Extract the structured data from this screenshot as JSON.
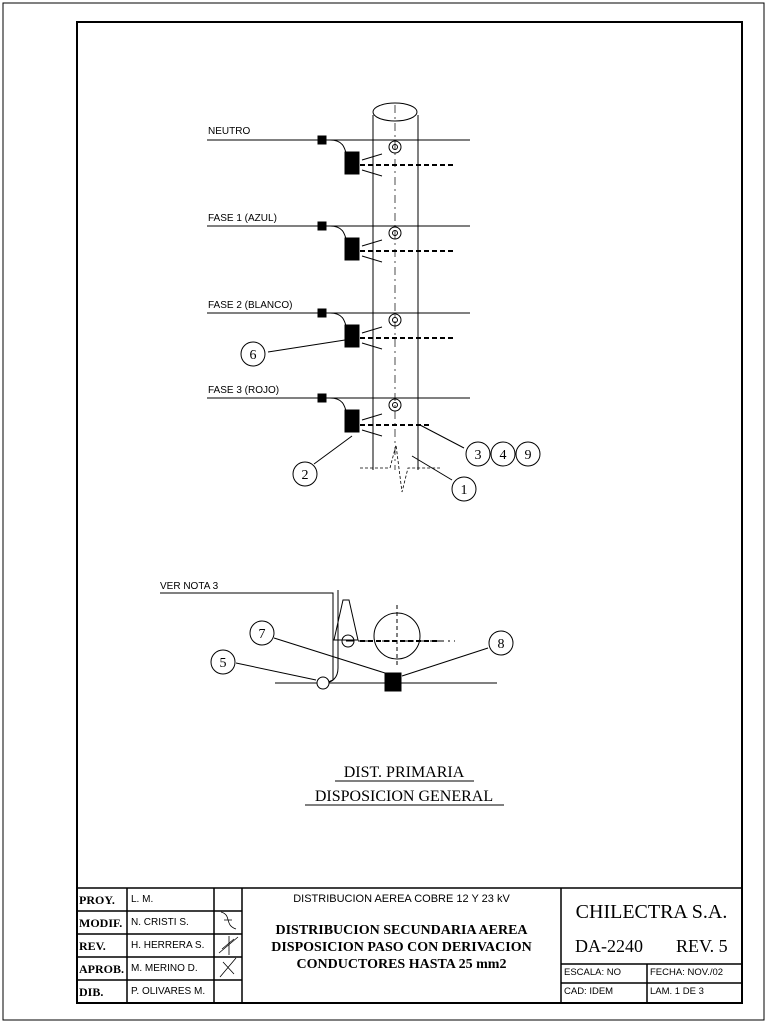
{
  "drawing": {
    "labels": {
      "neutro": "NEUTRO",
      "fase1": "FASE 1 (AZUL)",
      "fase2": "FASE 2 (BLANCO)",
      "fase3": "FASE 3 (ROJO)",
      "ver_nota": "VER NOTA 3"
    },
    "balloons": [
      "1",
      "2",
      "3",
      "4",
      "9",
      "6",
      "5",
      "7",
      "8"
    ],
    "title_line1": "DIST. PRIMARIA",
    "title_line2": "DISPOSICION GENERAL"
  },
  "title_block": {
    "rows": [
      {
        "role": "PROY.",
        "name": "L. M."
      },
      {
        "role": "MODIF.",
        "name": "N. CRISTI S."
      },
      {
        "role": "REV.",
        "name": "H. HERRERA S."
      },
      {
        "role": "APROB.",
        "name": "M. MERINO D."
      },
      {
        "role": "DIB.",
        "name": "P. OLIVARES M."
      }
    ],
    "header": "DISTRIBUCION AEREA COBRE 12 Y 23 kV",
    "title_lines": [
      "DISTRIBUCION SECUNDARIA AEREA",
      "DISPOSICION PASO CON DERIVACION",
      "CONDUCTORES HASTA 25 mm2"
    ],
    "company": "CHILECTRA S.A.",
    "drawing_number": "DA-2240",
    "revision": "REV. 5",
    "escala": "ESCALA:  NO",
    "fecha": "FECHA: NOV./02",
    "cad": "CAD: IDEM",
    "lamina": "LAM. 1 DE 3"
  }
}
